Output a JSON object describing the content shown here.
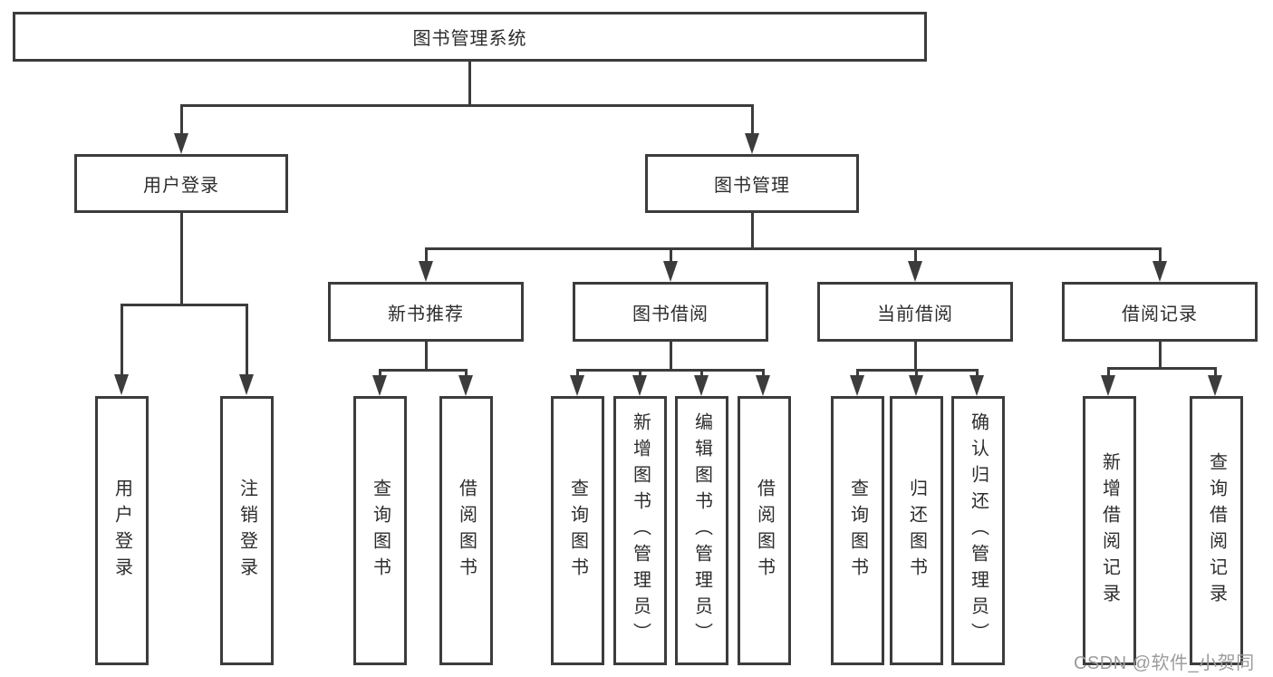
{
  "diagram": {
    "root": {
      "label": "图书管理系统"
    },
    "level2": [
      {
        "label": "用户登录"
      },
      {
        "label": "图书管理"
      }
    ],
    "level3": [
      {
        "label": "新书推荐",
        "parent": "图书管理"
      },
      {
        "label": "图书借阅",
        "parent": "图书管理"
      },
      {
        "label": "当前借阅",
        "parent": "图书管理"
      },
      {
        "label": "借阅记录",
        "parent": "图书管理"
      }
    ],
    "level4": [
      {
        "label": "用户登录",
        "parent": "用户登录"
      },
      {
        "label": "注销登录",
        "parent": "用户登录"
      },
      {
        "label": "查询图书",
        "parent": "新书推荐"
      },
      {
        "label": "借阅图书",
        "parent": "新书推荐"
      },
      {
        "label": "查询图书",
        "parent": "图书借阅"
      },
      {
        "label": "新增图书（管理员）",
        "parent": "图书借阅"
      },
      {
        "label": "编辑图书（管理员）",
        "parent": "图书借阅"
      },
      {
        "label": "借阅图书",
        "parent": "图书借阅"
      },
      {
        "label": "查询图书",
        "parent": "当前借阅"
      },
      {
        "label": "归还图书",
        "parent": "当前借阅"
      },
      {
        "label": "确认归还（管理员）",
        "parent": "当前借阅"
      },
      {
        "label": "新增借阅记录",
        "parent": "借阅记录"
      },
      {
        "label": "查询借阅记录",
        "parent": "借阅记录"
      }
    ]
  },
  "watermark": "CSDN @软件_小贺同学",
  "colors": {
    "line": "#3c3c3c",
    "text": "#2d2d2d",
    "box_fill": "#ffffff",
    "watermark": "#9c9c9c"
  }
}
